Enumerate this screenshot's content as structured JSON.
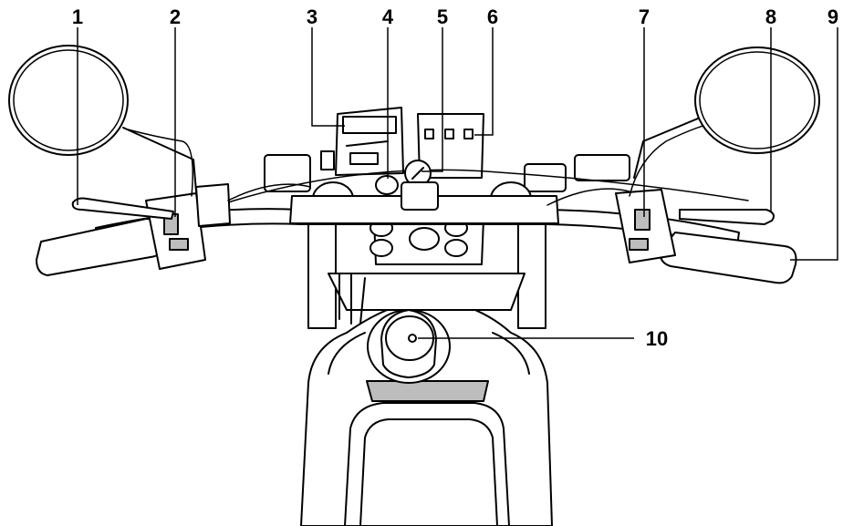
{
  "callouts": [
    {
      "id": "1",
      "label": "1"
    },
    {
      "id": "2",
      "label": "2"
    },
    {
      "id": "3",
      "label": "3"
    },
    {
      "id": "4",
      "label": "4"
    },
    {
      "id": "5",
      "label": "5"
    },
    {
      "id": "6",
      "label": "6"
    },
    {
      "id": "7",
      "label": "7"
    },
    {
      "id": "8",
      "label": "8"
    },
    {
      "id": "9",
      "label": "9"
    },
    {
      "id": "10",
      "label": "10"
    }
  ],
  "colors": {
    "line": "#000000",
    "fill": "#ffffff",
    "shade": "#bdbdbd"
  }
}
